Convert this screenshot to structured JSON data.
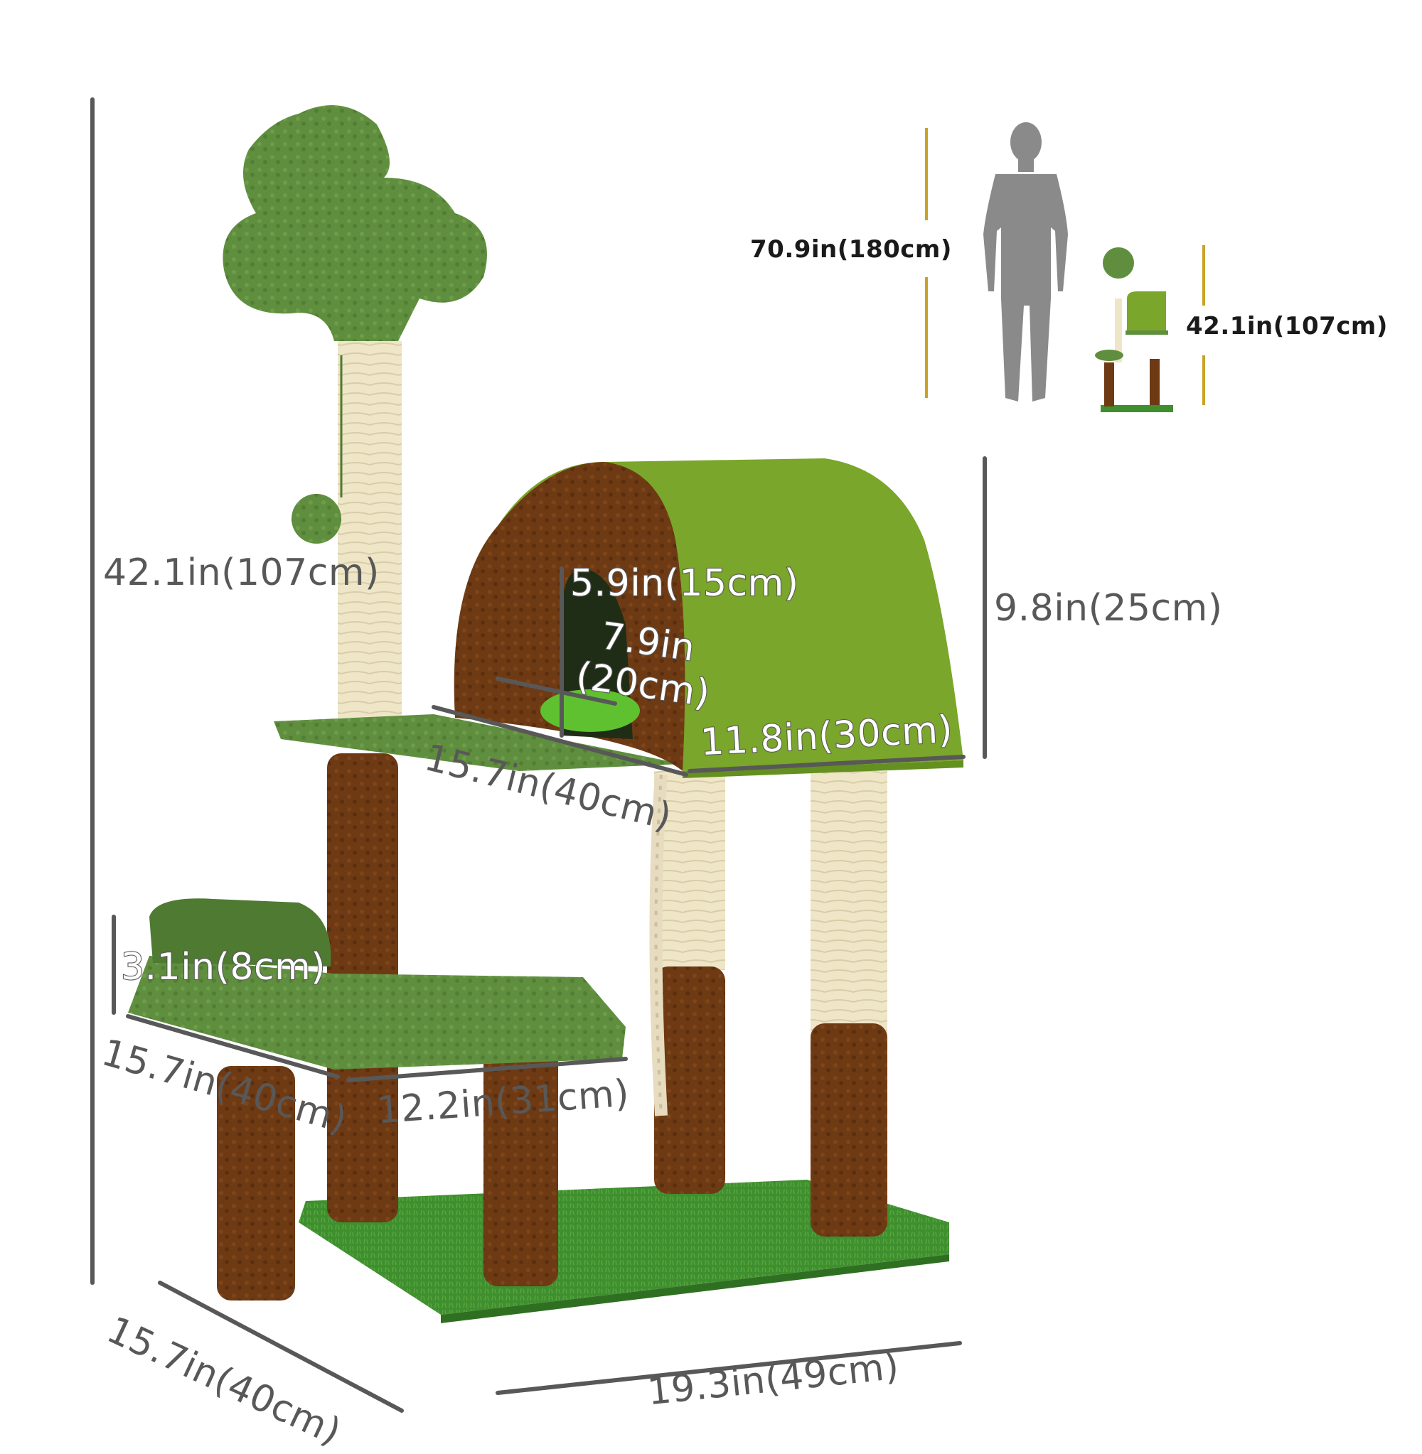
{
  "colors": {
    "dimension_line": "#585858",
    "scale_line": "#c9a227",
    "leaf_green": "#5f8f3e",
    "leaf_green_dark": "#4e7a32",
    "hut_green": "#7aa62b",
    "hut_green_dark": "#64901f",
    "brown": "#6e3a14",
    "brown_dark": "#552b0c",
    "sisal": "#efe6c8",
    "sisal_line": "#d8cda8",
    "grass": "#3f8f2f",
    "person": "#8a8a8a"
  },
  "dimensions": {
    "total_height": "42.1in(107cm)",
    "hut_height": "9.8in(25cm)",
    "entrance_height": "5.9in(15cm)",
    "entrance_width_top": "7.9in",
    "entrance_width_bottom": "(20cm)",
    "hut_width": "11.8in(30cm)",
    "hut_depth": "15.7in(40cm)",
    "bed_height": "3.1in(8cm)",
    "bed_depth": "15.7in(40cm)",
    "bed_width": "12.2in(31cm)",
    "base_depth": "15.7in(40cm)",
    "base_width": "19.3in(49cm)"
  },
  "scale_comparison": {
    "person_height": "70.9in(180cm)",
    "product_height": "42.1in(107cm)"
  }
}
